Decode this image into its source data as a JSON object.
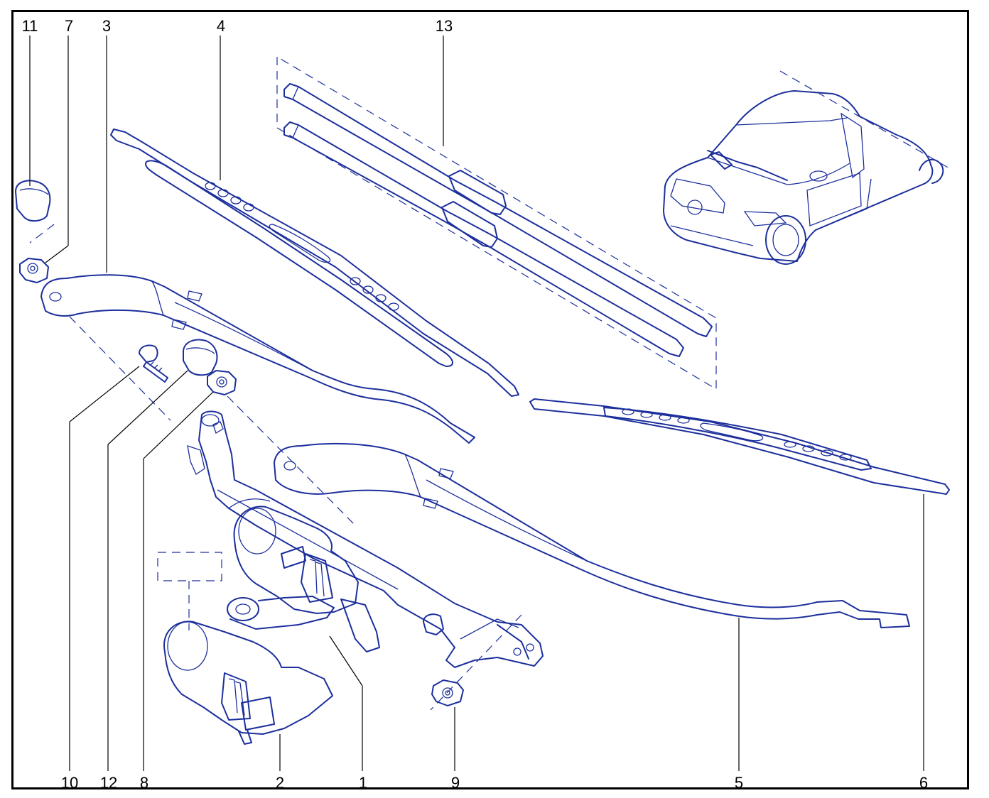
{
  "diagram": {
    "line_color": "#1c2f9c",
    "callouts": [
      {
        "id": "11",
        "label": "11"
      },
      {
        "id": "7",
        "label": "7"
      },
      {
        "id": "3",
        "label": "3"
      },
      {
        "id": "4",
        "label": "4"
      },
      {
        "id": "13",
        "label": "13"
      },
      {
        "id": "10",
        "label": "10"
      },
      {
        "id": "12",
        "label": "12"
      },
      {
        "id": "8",
        "label": "8"
      },
      {
        "id": "2",
        "label": "2"
      },
      {
        "id": "1",
        "label": "1"
      },
      {
        "id": "9",
        "label": "9"
      },
      {
        "id": "5",
        "label": "5"
      },
      {
        "id": "6",
        "label": "6"
      }
    ]
  }
}
